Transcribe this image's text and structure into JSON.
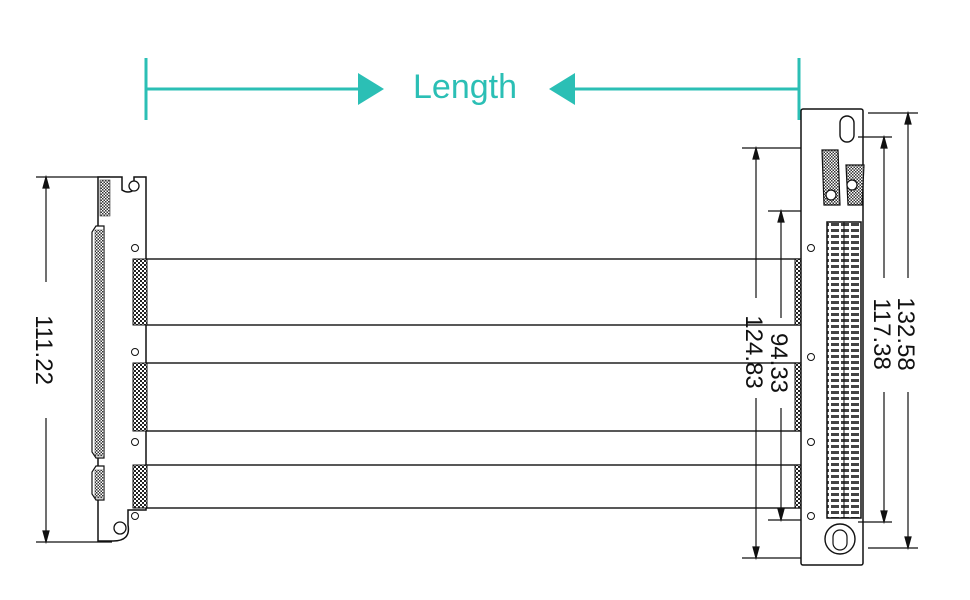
{
  "diagram": {
    "length_label": "Length",
    "accent_color": "#2bbfb5",
    "dimensions": {
      "left_height": "111.22",
      "inner_short": "94.33",
      "inner_tall": "124.83",
      "right_inner": "117.38",
      "right_outer": "132.58"
    },
    "ribbon_count": 3
  }
}
